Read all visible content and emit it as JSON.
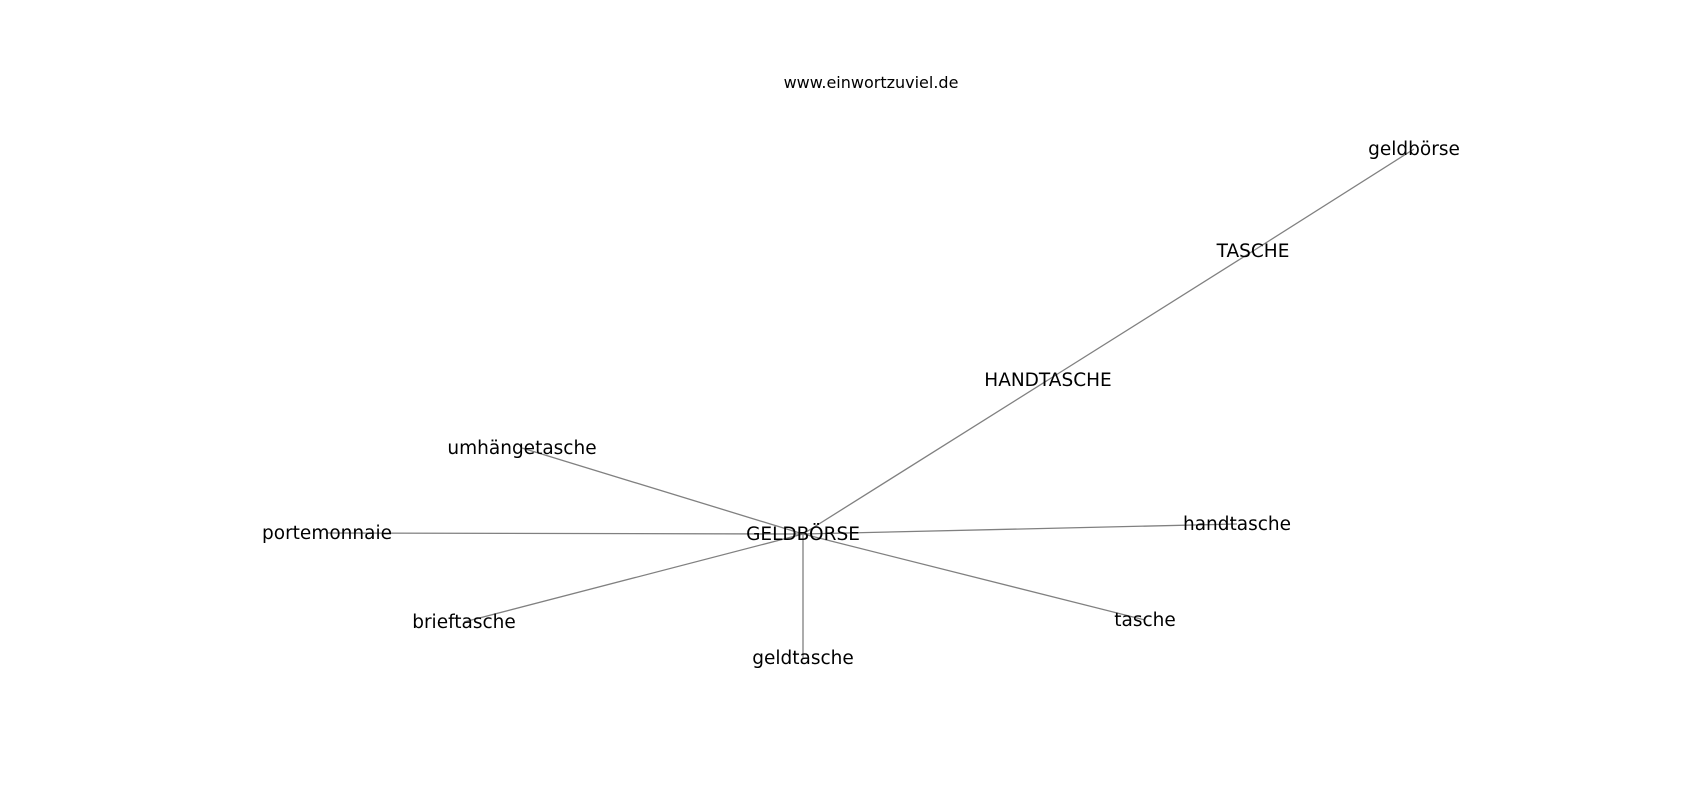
{
  "header": {
    "site": "www.einwortzuviel.de"
  },
  "graph": {
    "nodes": {
      "geldboerse_main": "GELDBÖRSE",
      "handtasche_upper": "HANDTASCHE",
      "tasche_upper": "TASCHE",
      "geldboerse_lower": "geldbörse",
      "umhaengetasche": "umhängetasche",
      "portemonnaie": "portemonnaie",
      "brieftasche": "brieftasche",
      "geldtasche": "geldtasche",
      "tasche_lower": "tasche",
      "handtasche_lower": "handtasche"
    },
    "edges": [
      [
        "geldboerse_main",
        "handtasche_upper"
      ],
      [
        "handtasche_upper",
        "tasche_upper"
      ],
      [
        "tasche_upper",
        "geldboerse_lower"
      ],
      [
        "geldboerse_main",
        "umhaengetasche"
      ],
      [
        "geldboerse_main",
        "portemonnaie"
      ],
      [
        "geldboerse_main",
        "brieftasche"
      ],
      [
        "geldboerse_main",
        "geldtasche"
      ],
      [
        "geldboerse_main",
        "tasche_lower"
      ],
      [
        "geldboerse_main",
        "handtasche_lower"
      ]
    ],
    "colors": {
      "edge": "#808080",
      "text": "#000000",
      "background": "#ffffff"
    }
  }
}
